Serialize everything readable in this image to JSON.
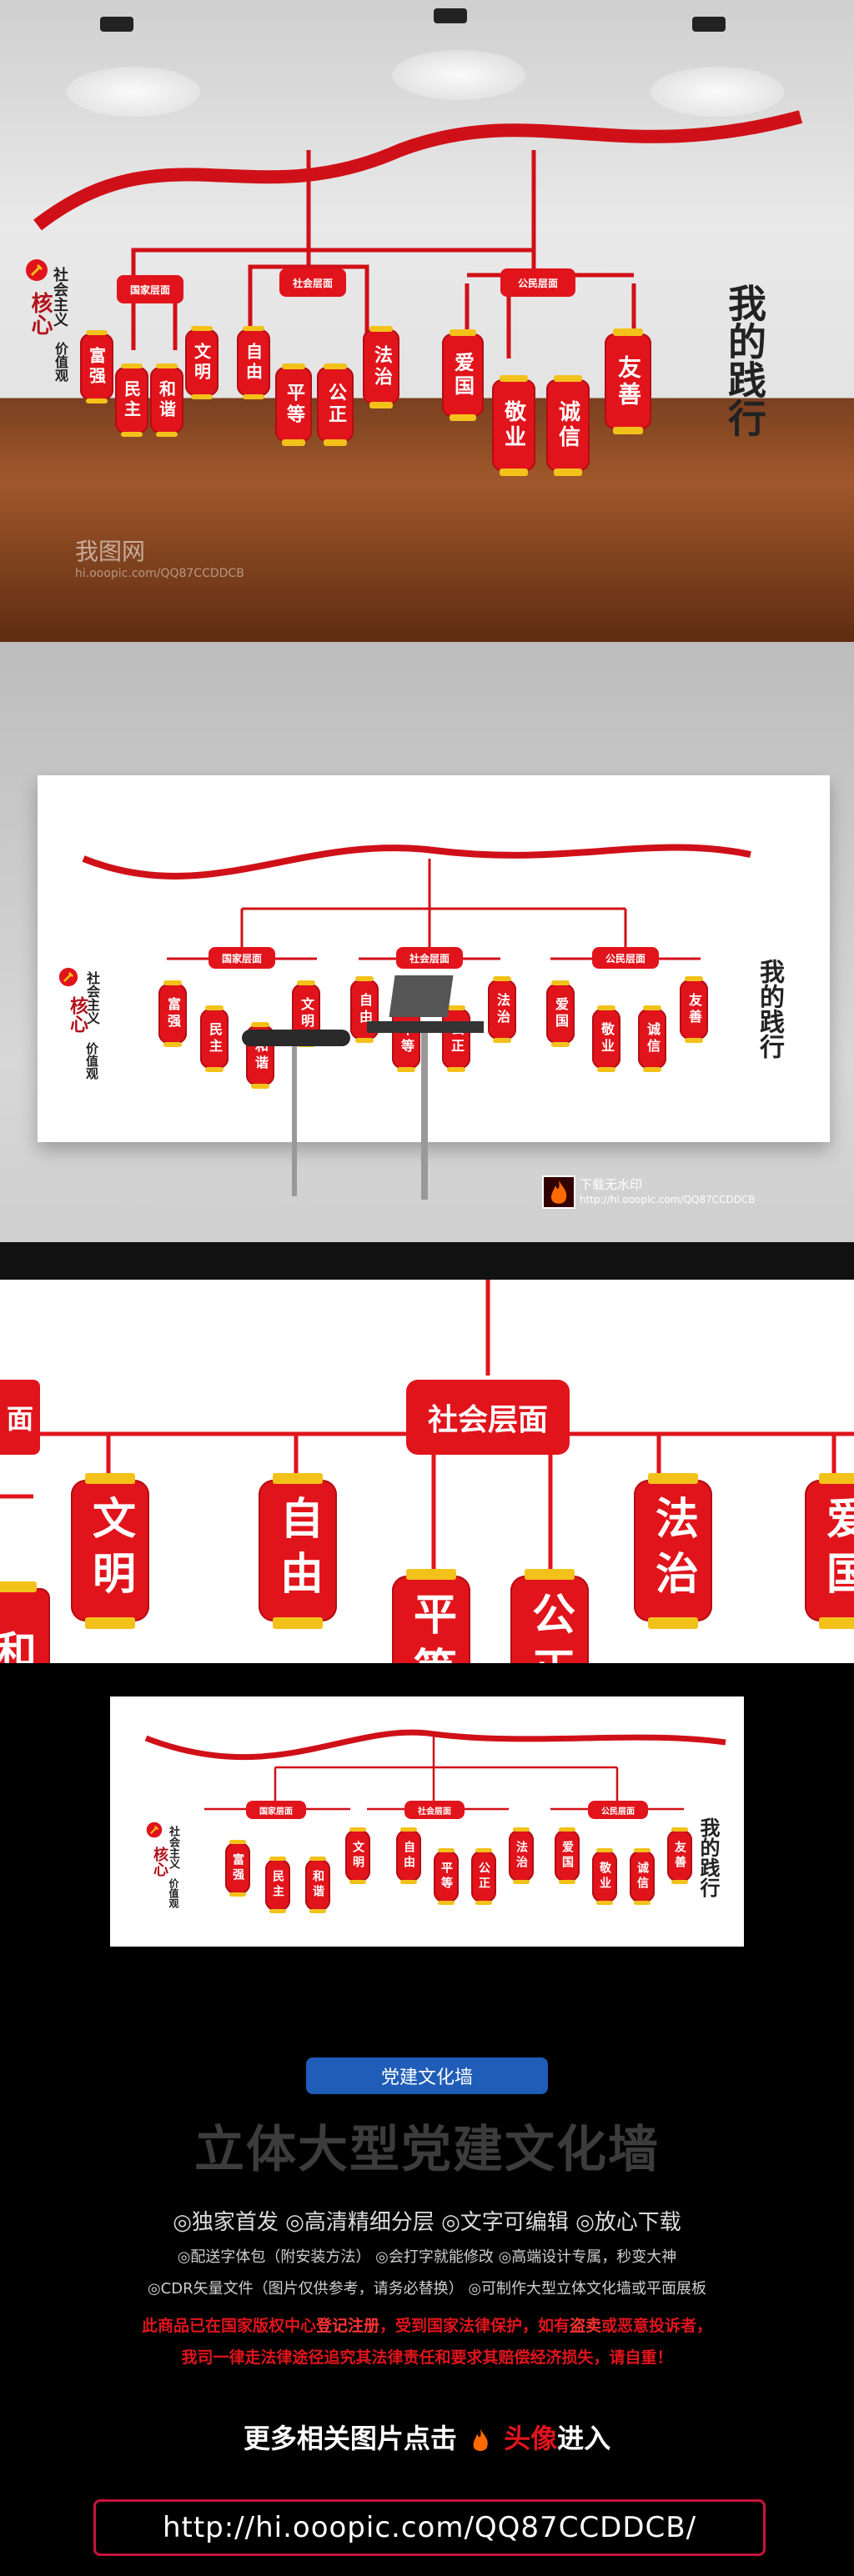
{
  "wall": {
    "slogan_top": "社会主义",
    "slogan_core": "核心",
    "slogan_bottom": "价值观",
    "calligraphy": "我的践行",
    "levels": [
      {
        "label": "国家层面",
        "items": [
          "富强",
          "民主",
          "和谐",
          "文明"
        ]
      },
      {
        "label": "社会层面",
        "items": [
          "自由",
          "平等",
          "公正",
          "法治"
        ]
      },
      {
        "label": "公民层面",
        "items": [
          "爱国",
          "敬业",
          "诚信",
          "友善"
        ]
      }
    ]
  },
  "watermark": {
    "name": "我图网",
    "line": "hi.ooopic.com/QQ87CCDDCB"
  },
  "download": {
    "label": "下载无水印",
    "url": "http://hi.ooopic.com/QQ87CCDDCB"
  },
  "detail": {
    "level": "社会层面",
    "left_edge": "面",
    "left_items": [
      "和",
      "文明"
    ],
    "right_items": [
      "自由",
      "平等",
      "公正",
      "法治",
      "爱国"
    ]
  },
  "promo": {
    "tag": "党建文化墙",
    "title": "立体大型党建文化墙",
    "features": "◎独家首发 ◎高清精细分层 ◎文字可编辑 ◎放心下载",
    "features2": "◎配送字体包（附安装方法）   ◎会打字就能修改   ◎高端设计专属，秒变大神",
    "features3": "◎CDR矢量文件（图片仅供参考，请务必替换）  ◎可制作大型立体文化墙或平面展板",
    "legal1a": "此商品已在国家版权中心",
    "legal1b": "登记注册",
    "legal1c": "，受到国家法律保护，如有",
    "legal1d": "盗卖",
    "legal1e": "或恶意投诉者，",
    "legal2": "我司一律走法律途径追究其法律责任和要求其赔偿经济损失，请自重！",
    "more_a": "更多相关图片点击",
    "more_b": "头像",
    "more_c": "进入",
    "url": "http://hi.ooopic.com/QQ87CCDDCB/"
  },
  "colors": {
    "red": "#e1141c",
    "gold": "#f3c21a",
    "blue": "#1f5db8",
    "url_border": "#c8143c"
  },
  "icons": [
    "hammer-sickle-icon",
    "fire-logo-icon"
  ]
}
